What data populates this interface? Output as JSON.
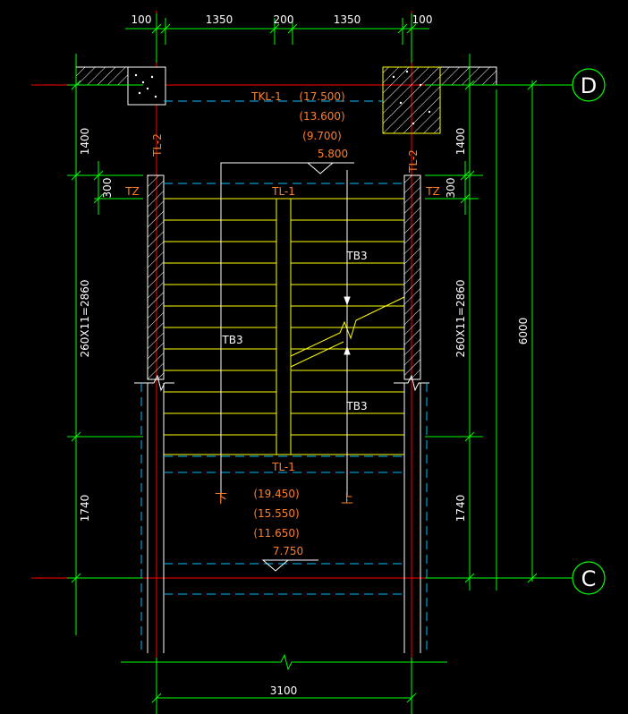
{
  "colors": {
    "background": "#000000",
    "dimension": "#00ff00",
    "axis": "#ff0000",
    "wall": "#ffffff",
    "stair": "#ffff00",
    "label": "#ff7f27",
    "hidden": "#00bfff"
  },
  "grid": {
    "axis_d": "D",
    "axis_c": "C"
  },
  "dims_top": {
    "left_wall": "100",
    "left_flight": "1350",
    "well": "200",
    "right_flight": "1350",
    "right_wall": "100"
  },
  "dims_bottom": {
    "total": "3100"
  },
  "dims_left": {
    "top": "1400",
    "small": "300",
    "flight": "260X11=2860",
    "bottom": "1740"
  },
  "dims_right": {
    "top": "1400",
    "small": "300",
    "flight": "260X11=2860",
    "bottom": "1740",
    "total": "6000"
  },
  "labels": {
    "tkl": "TKL-1",
    "tl_top": "TL-1",
    "tl_bottom": "TL-1",
    "tl2_left": "TL-2",
    "tl2_right": "TL-2",
    "tz_left": "TZ",
    "tz_right": "TZ",
    "tb3_left": "TB3",
    "tb3_right_upper": "TB3",
    "tb3_right_lower": "TB3",
    "down": "下",
    "up": "上"
  },
  "elevations_top": [
    "(17.500)",
    "(13.600)",
    "(9.700)",
    "5.800"
  ],
  "elevations_bottom": [
    "(19.450)",
    "(15.550)",
    "(11.650)",
    "7.750"
  ]
}
